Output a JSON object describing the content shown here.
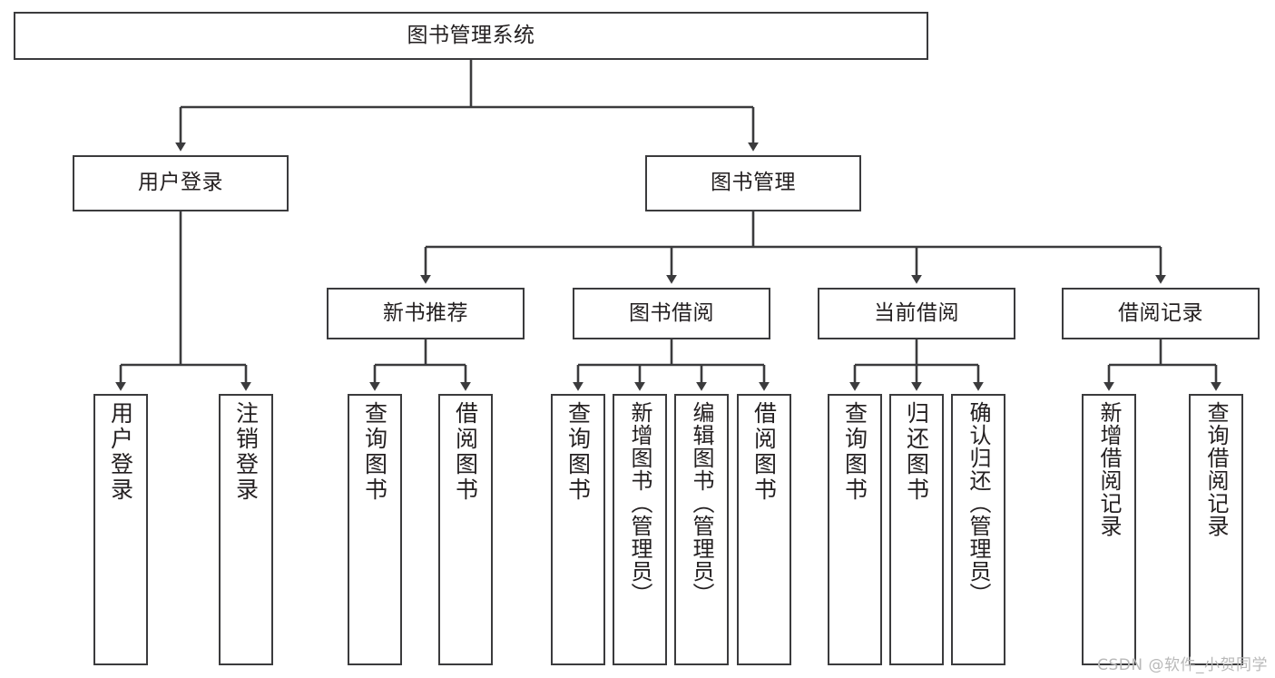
{
  "diagram": {
    "title": "图书管理系统",
    "watermark": "CSDN @软件_小贺同学",
    "colors": {
      "stroke": "#3b3b3d",
      "fill": "#ffffff",
      "text": "#231f20",
      "watermark": "#b9b9b9"
    },
    "nodes": {
      "root": {
        "label": "图书管理系统"
      },
      "level2": [
        {
          "id": "user-login",
          "label": "用户登录"
        },
        {
          "id": "book-management",
          "label": "图书管理"
        }
      ],
      "level3": [
        {
          "id": "new-book-recommend",
          "label": "新书推荐"
        },
        {
          "id": "book-borrow",
          "label": "图书借阅"
        },
        {
          "id": "current-borrow",
          "label": "当前借阅"
        },
        {
          "id": "borrow-record",
          "label": "借阅记录"
        }
      ],
      "leaves": {
        "user_login": [
          {
            "id": "leaf-user-login",
            "label": "用户登录"
          },
          {
            "id": "leaf-logout-login",
            "label": "注销登录"
          }
        ],
        "new_book_recommend": [
          {
            "id": "leaf-query-book-1",
            "label": "查询图书"
          },
          {
            "id": "leaf-borrow-book-1",
            "label": "借阅图书"
          }
        ],
        "book_borrow": [
          {
            "id": "leaf-query-book-2",
            "label": "查询图书"
          },
          {
            "id": "leaf-add-book",
            "label": "新增图书（管理员）"
          },
          {
            "id": "leaf-edit-book",
            "label": "编辑图书（管理员）"
          },
          {
            "id": "leaf-borrow-book-2",
            "label": "借阅图书"
          }
        ],
        "current_borrow": [
          {
            "id": "leaf-query-book-3",
            "label": "查询图书"
          },
          {
            "id": "leaf-return-book",
            "label": "归还图书"
          },
          {
            "id": "leaf-confirm-return",
            "label": "确认归还（管理员）"
          }
        ],
        "borrow_record": [
          {
            "id": "leaf-add-record",
            "label": "新增借阅记录"
          },
          {
            "id": "leaf-query-record",
            "label": "查询借阅记录"
          }
        ]
      }
    }
  }
}
